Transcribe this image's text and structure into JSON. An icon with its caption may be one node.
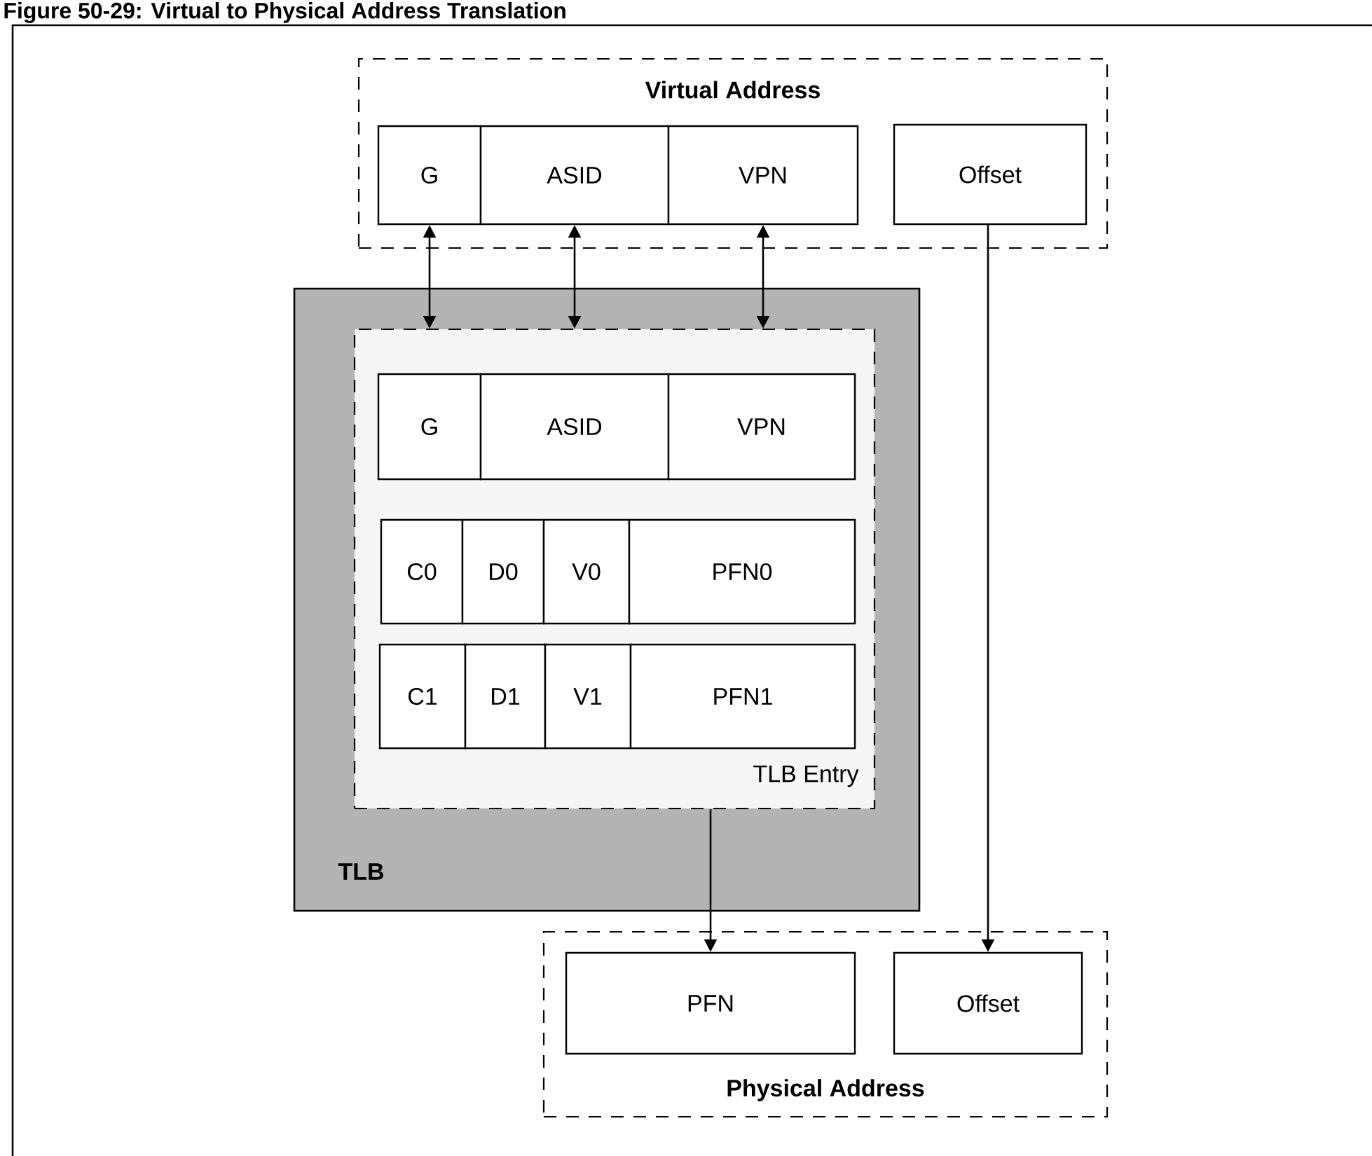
{
  "diagram": {
    "title": "Figure 50-29: Virtual to Physical Address Translation",
    "nodes": [
      {
        "text": [
          "Virtual Address"
        ]
      },
      {
        "text": [
          "G"
        ],
        "in": 0
      },
      {
        "text": [
          "ASID"
        ],
        "in": 0
      },
      {
        "text": [
          "VPN"
        ],
        "in": 0
      },
      {
        "text": [
          "Offset"
        ],
        "in": 0
      },
      {
        "text": [
          "TLB"
        ]
      },
      {
        "text": [
          "TLB Entry"
        ],
        "in": 5
      },
      {
        "text": [
          "G"
        ],
        "in": 6
      },
      {
        "text": [
          "ASID"
        ],
        "in": 6
      },
      {
        "text": [
          "VPN"
        ],
        "in": 6
      },
      {
        "text": [
          "C0"
        ],
        "in": 6
      },
      {
        "text": [
          "D0"
        ],
        "in": 6
      },
      {
        "text": [
          "V0"
        ],
        "in": 6
      },
      {
        "text": [
          "PFN0"
        ],
        "in": 6
      },
      {
        "text": [
          "C1"
        ],
        "in": 6
      },
      {
        "text": [
          "D1"
        ],
        "in": 6
      },
      {
        "text": [
          "V1"
        ],
        "in": 6
      },
      {
        "text": [
          "PFN1"
        ],
        "in": 6
      },
      {
        "text": [
          "Physical Address"
        ]
      },
      {
        "text": [
          "PFN"
        ],
        "in": 18
      },
      {
        "text": [
          "Offset"
        ],
        "in": 18
      }
    ],
    "edges": [
      {
        "from": 1,
        "to": 6,
        "arrow": "both"
      },
      {
        "from": 2,
        "to": 6,
        "arrow": "both"
      },
      {
        "from": 3,
        "to": 6,
        "arrow": "both"
      },
      {
        "from": 4,
        "to": 20,
        "arrow": "to"
      },
      {
        "from": 6,
        "to": 19,
        "arrow": "to"
      }
    ]
  }
}
